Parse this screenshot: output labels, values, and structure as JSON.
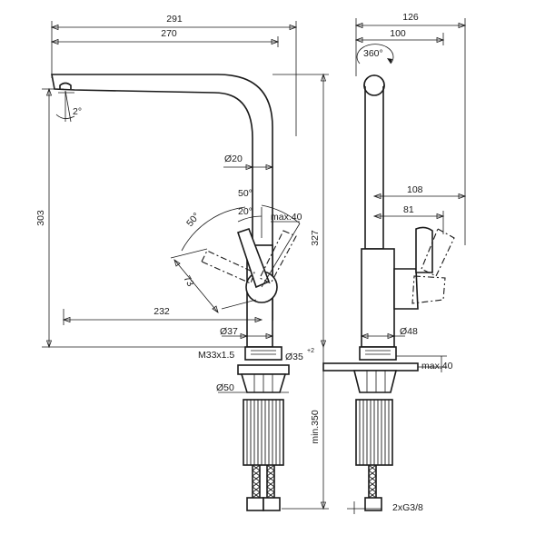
{
  "colors": {
    "line": "#1a1a1a",
    "background": "#ffffff"
  },
  "front_view": {
    "dims": {
      "overall_width": "291",
      "spout_reach": "270",
      "spout_tilt": "2°",
      "height_total": "303",
      "height_right": "327",
      "spout_diameter": "Ø20",
      "lever_angle_up": "50°",
      "lever_angle_side": "50°",
      "lever_angle_rest": "20°",
      "lever_travel": "max.40",
      "lever_length": "73",
      "lever_height": "232",
      "body_diameter": "Ø37",
      "thread": "M33x1.5",
      "base_diameter": "Ø35",
      "base_tolerance": "+2",
      "washer_diameter": "Ø50",
      "mounting_length": "min.350"
    }
  },
  "side_view": {
    "dims": {
      "overall_depth": "126",
      "spout_depth": "100",
      "rotation": "360°",
      "lever_reach": "108",
      "lever_offset": "81",
      "body_diameter": "Ø48",
      "counter_thickness": "max.40",
      "connection": "2xG3/8"
    }
  }
}
